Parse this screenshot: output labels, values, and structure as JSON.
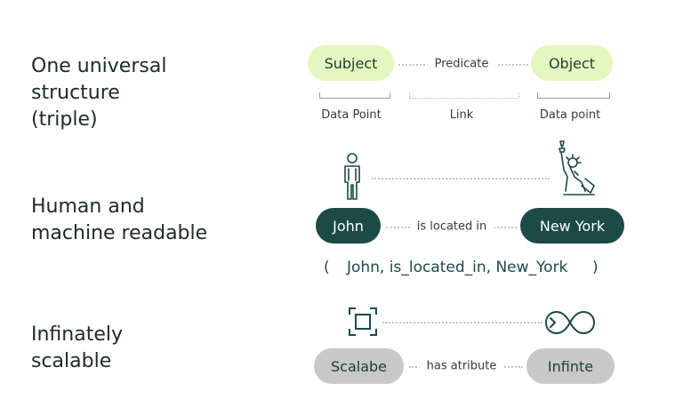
{
  "rows": {
    "structure": {
      "label_lines": [
        "One universal",
        "structure",
        "(triple)"
      ],
      "subject": "Subject",
      "predicate": "Predicate",
      "object": "Object",
      "captions": [
        "Data Point",
        "Link",
        "Data point"
      ]
    },
    "readable": {
      "label_lines": [
        "Human and",
        "machine readable"
      ],
      "subject": "John",
      "predicate": "is located in",
      "object": "New York",
      "triple_open": "(",
      "triple": "John, is_located_in, New_York",
      "triple_close": ")",
      "icons": [
        "person-icon",
        "statue-of-liberty-icon"
      ]
    },
    "scalable": {
      "label_lines": [
        "Infinately",
        "scalable"
      ],
      "subject": "Scalabe",
      "predicate": "has atribute",
      "object": "Infinte",
      "icons": [
        "expand-frame-icon",
        "infinity-icon"
      ]
    }
  },
  "colors": {
    "light_green": "#e3f7bf",
    "dark_teal": "#1c4a47",
    "gray": "#c8c8c8",
    "text_dark": "#1c2b2a"
  }
}
